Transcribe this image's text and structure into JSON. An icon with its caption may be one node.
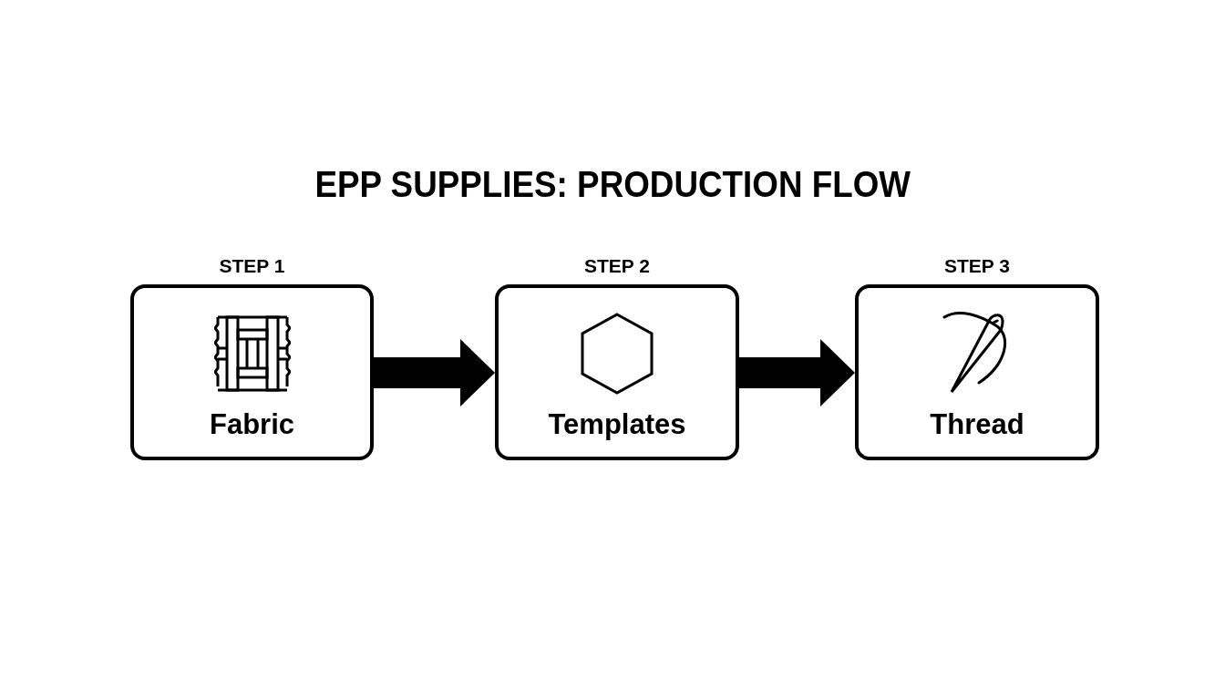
{
  "diagram": {
    "title": "EPP SUPPLIES: PRODUCTION FLOW",
    "nodes": [
      {
        "text": [
          "STEP 1",
          "Fabric"
        ]
      },
      {
        "text": [
          "STEP 2",
          "Templates"
        ]
      },
      {
        "text": [
          "STEP 3",
          "Thread"
        ]
      }
    ],
    "edges": [
      {
        "from": 0,
        "to": 1,
        "arrow": "to"
      },
      {
        "from": 1,
        "to": 2,
        "arrow": "to"
      }
    ]
  }
}
